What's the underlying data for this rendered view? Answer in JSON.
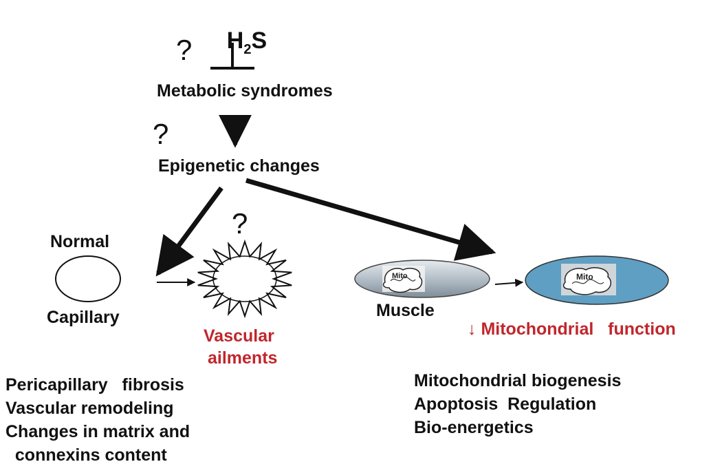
{
  "top": {
    "h2s_main": "H",
    "h2s_sub": "2",
    "h2s_tail": "S",
    "question_mark": "?",
    "metabolic": "Metabolic syndromes",
    "epigenetic": "Epigenetic changes"
  },
  "left": {
    "normal": "Normal",
    "capillary": "Capillary",
    "vascular_line1": "Vascular",
    "vascular_line2": "ailments",
    "effects": [
      "Pericapillary   fibrosis",
      "Vascular remodeling",
      "Changes in matrix and",
      "  connexins content"
    ]
  },
  "right": {
    "mito_label": "Mito",
    "muscle": "Muscle",
    "mito_function": "↓ Mitochondrial   function",
    "effects": [
      "Mitochondrial biogenesis",
      "Apoptosis  Regulation",
      "Bio-energetics"
    ]
  },
  "colors": {
    "text": "#111111",
    "highlight_red": "#c0262c",
    "muscle_fill": "#a9b5bf",
    "muscle_light": "#e6ebef",
    "dysfunction_fill": "#5f9fc3"
  }
}
